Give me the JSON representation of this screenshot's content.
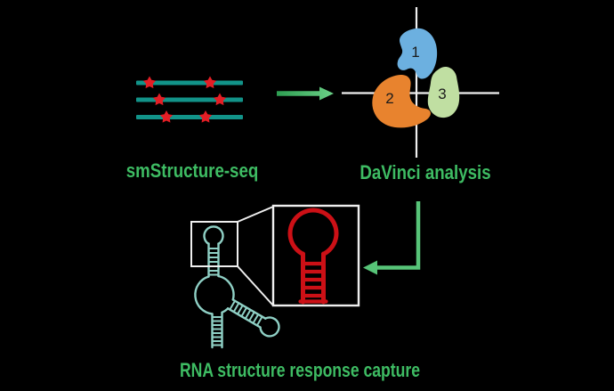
{
  "figure": {
    "description": "workflow-diagram"
  },
  "panels": {
    "smstructure": {
      "label": "smStructure-seq",
      "read_lines": 3,
      "stars_per_line": 2
    },
    "davinci": {
      "label": "DaVinci analysis",
      "clusters": [
        {
          "number": "1"
        },
        {
          "number": "2"
        },
        {
          "number": "3"
        }
      ]
    },
    "rna": {
      "label": "RNA structure response capture"
    }
  },
  "colors": {
    "background": "#000000",
    "label_green": "#3ebc63",
    "arrow_green": "#57c478",
    "arrow_green_dark": "#2e9e52",
    "arrow_green_light": "#6bd187",
    "teal_line": "#129389",
    "star_red": "#e41e25",
    "axis_white": "#efefef",
    "blob_blue": "#6cb0e0",
    "blob_orange": "#e8832e",
    "blob_green": "#c0dfa2",
    "number_dark": "#1b1b1b",
    "rna_teal": "#8fd0c5",
    "rna_red": "#cc1016"
  }
}
